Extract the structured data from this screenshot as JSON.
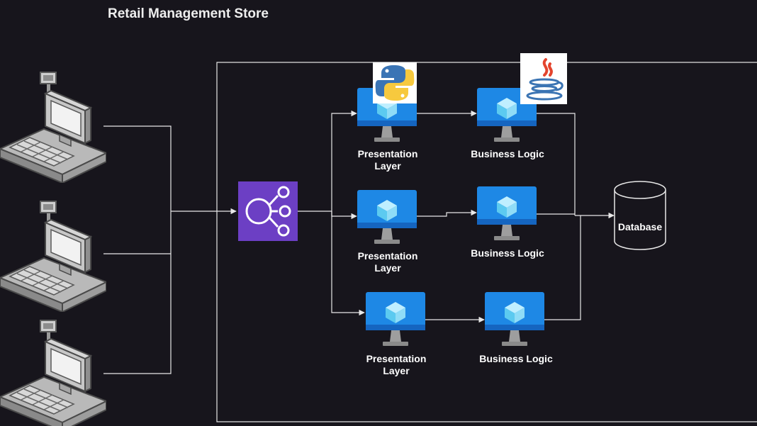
{
  "title": "Retail Management Store",
  "pos_terminals": [
    {
      "icon": "pos-terminal-icon"
    },
    {
      "icon": "pos-terminal-icon"
    },
    {
      "icon": "pos-terminal-icon"
    }
  ],
  "load_balancer": {
    "icon": "load-balancer-icon"
  },
  "tiers": [
    {
      "presentation": {
        "line1": "Presentation",
        "line2": "Layer"
      },
      "business": "Business Logic"
    },
    {
      "presentation": {
        "line1": "Presentation",
        "line2": "Layer"
      },
      "business": "Business Logic"
    },
    {
      "presentation": {
        "line1": "Presentation",
        "line2": "Layer"
      },
      "business": "Business Logic"
    }
  ],
  "database": {
    "label": "Database"
  },
  "logos": {
    "python": "python-logo-icon",
    "java": "java-logo-icon"
  },
  "colors": {
    "background": "#17151c",
    "line": "#e8e8e8",
    "vm_blue": "#1e88e5",
    "lb_purple": "#6c3fc4"
  }
}
